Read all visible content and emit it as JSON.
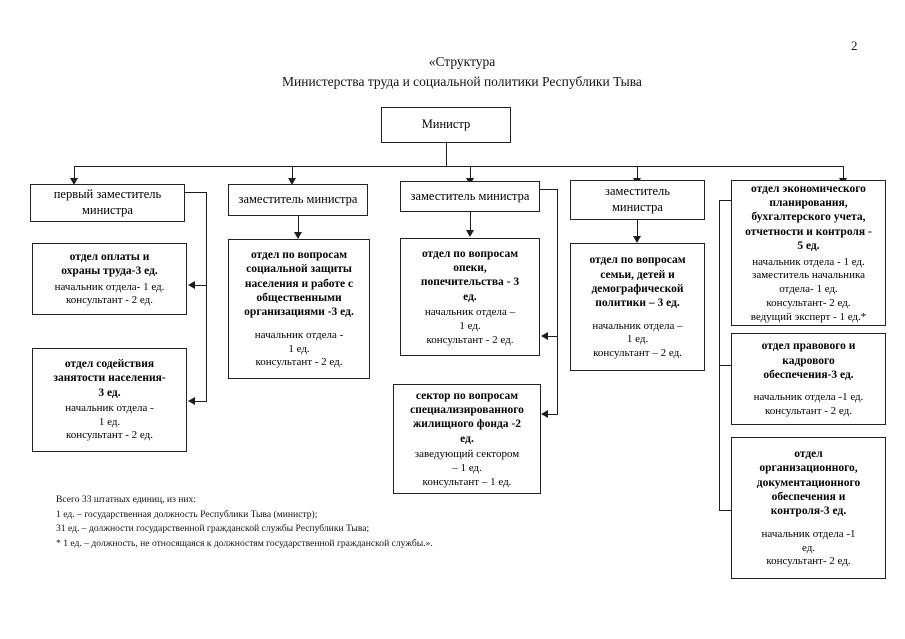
{
  "document": {
    "page_number": "2",
    "title_line_1": "«Структура",
    "title_line_2": "Министерства труда и социальной политики Республики Тыва"
  },
  "chart_data": {
    "type": "diagram",
    "title": "«Структура Министерства труда и социальной политики Республики Тыва",
    "root": {
      "id": "minister",
      "label": "Министр"
    },
    "level1": [
      {
        "id": "first-deputy",
        "label": "первый заместитель\nминистра"
      },
      {
        "id": "deputy-2",
        "label": "заместитель министра"
      },
      {
        "id": "deputy-3",
        "label": "заместитель министра"
      },
      {
        "id": "deputy-4",
        "label": "заместитель\nминистра"
      }
    ],
    "departments": [
      {
        "id": "payment-labor-protection",
        "head": "отдел оплаты и\nохраны труда-3 ед.",
        "body": "начальник отдела- 1 ед.\nконсультант - 2 ед.",
        "parent": "first-deputy"
      },
      {
        "id": "employment-promotion",
        "head": "отдел содействия\nзанятости населения-\n3 ед.",
        "body": "начальник отдела -\n1 ед.\nконсультант - 2 ед.",
        "parent": "first-deputy"
      },
      {
        "id": "social-protection",
        "head": "отдел по вопросам\nсоциальной защиты\nнаселения и работе с\nобщественными\nорганизациями -3 ед.",
        "body": "начальник отдела -\n1 ед.\nконсультант -  2 ед.",
        "parent": "deputy-2"
      },
      {
        "id": "guardianship",
        "head": "отдел по вопросам\nопеки,\nпопечительства - 3\nед.",
        "body": "начальник отдела –\n1 ед.\nконсультант - 2 ед.",
        "parent": "deputy-3"
      },
      {
        "id": "specialized-housing-sector",
        "head": "сектор по вопросам\nспециализированного\nжилищного фонда -2\nед.",
        "body": "заведующий сектором\n– 1 ед.\nконсультант – 1 ед.",
        "parent": "deputy-3"
      },
      {
        "id": "family-children-demography",
        "head": "отдел по вопросам\nсемьи, детей и\nдемографической\nполитики – 3 ед.",
        "body": "начальник отдела –\n1 ед.\nконсультант – 2 ед.",
        "parent": "deputy-4"
      },
      {
        "id": "economic-planning",
        "head": "отдел экономического\nпланирования,\nбухгалтерского учета,\nотчетности и контроля -\n5 ед.",
        "body": "начальник отдела - 1 ед.\nзаместитель начальника\nотдела- 1 ед.\nконсультант- 2 ед.\nведущий эксперт - 1 ед.*",
        "parent": "minister"
      },
      {
        "id": "legal-hr",
        "head": "отдел правового и\nкадрового\nобеспечения-3 ед.",
        "body": "начальник отдела -1 ед.\nконсультант - 2 ед.",
        "parent": "minister"
      },
      {
        "id": "organizational-documentation",
        "head": "отдел\nорганизационного,\nдокументационного\nобеспечения и\nконтроля-3 ед.",
        "body": "начальник отдела -1\nед.\nконсультант- 2 ед.",
        "parent": "minister"
      }
    ]
  },
  "notes": {
    "line_1": "Всего 33 штатных единиц, из них:",
    "line_2": "1 ед. – государственная должность Республики Тыва (министр);",
    "line_3": "31 ед. – должности государственной гражданской службы Республики Тыва;",
    "line_4": "* 1 ед. – должность, не относящаяся к должностям государственной гражданской службы.»."
  }
}
